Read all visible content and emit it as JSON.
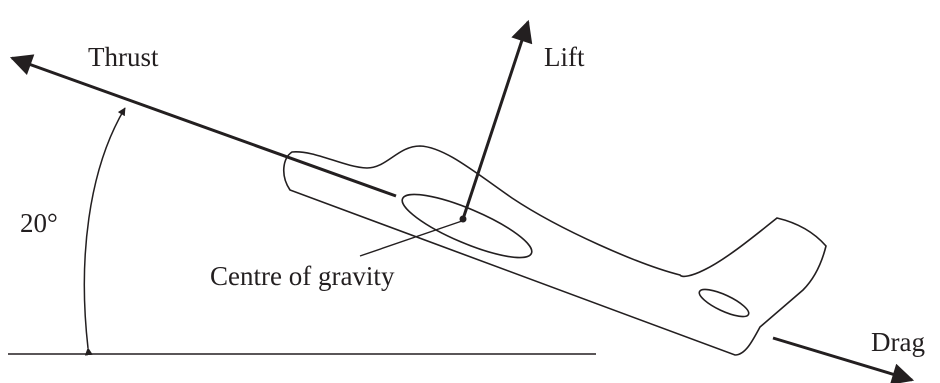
{
  "labels": {
    "thrust": "Thrust",
    "lift": "Lift",
    "drag": "Drag",
    "angle": "20°",
    "centre_of_gravity": "Centre of gravity"
  },
  "colors": {
    "line": "#231f20",
    "background": "#ffffff"
  }
}
